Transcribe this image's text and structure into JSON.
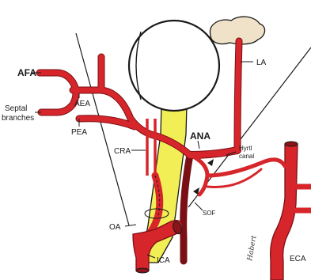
{
  "labels": {
    "afa": "AFA",
    "aea": "AEA",
    "septal_line1": "Septal",
    "septal_line2": "branches",
    "pea": "PEA",
    "cra": "CRA",
    "ana": "ANA",
    "la": "LA",
    "hyrtl_line1": "Hyrtl",
    "hyrtl_line2": "canal",
    "sof": "SOF",
    "oa": "OA",
    "ica": "ICA",
    "eca": "ECA",
    "signature": "Habert"
  },
  "colors": {
    "artery": "#d7262b",
    "artery_edge": "#7a1015",
    "nerve": "#f2ee55",
    "gland": "#efe2c8",
    "outline": "#1a1a1a"
  },
  "icons": [
    "eyeball-outline",
    "lacrimal-gland",
    "optic-nerve",
    "arrowhead"
  ]
}
